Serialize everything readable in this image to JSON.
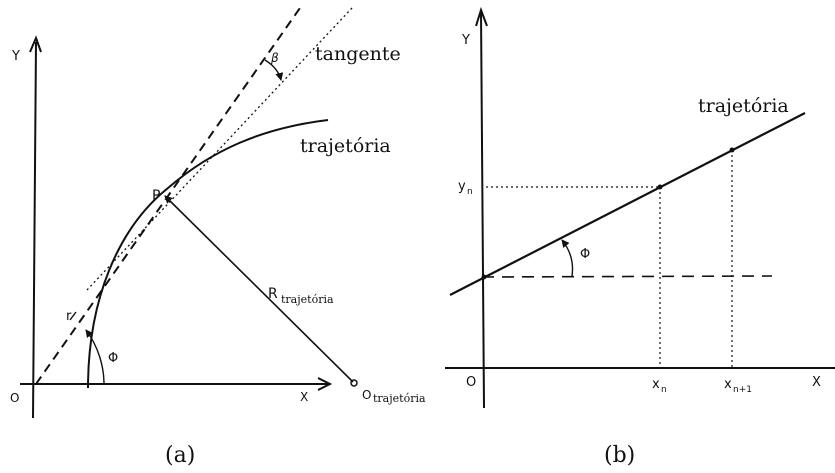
{
  "diagram_a": {
    "caption": "(a)",
    "axis_y": "Y",
    "axis_x": "X",
    "origin": "O",
    "tangent_label": "tangente",
    "trajectory_label": "trajetória",
    "point_label": "P",
    "radius_label": "R",
    "radius_sub": "trajetória",
    "center_label": "O",
    "center_sub": "trajetória",
    "beta_label": "β",
    "phi_label": "Φ",
    "r_label": "r"
  },
  "diagram_b": {
    "caption": "(b)",
    "axis_y": "Y",
    "axis_x": "X",
    "origin": "O",
    "trajectory_label": "trajetória",
    "yn_label": "y",
    "yn_sub": "n",
    "xn_label": "x",
    "xn_sub": "n",
    "xn1_label": "x",
    "xn1_sub": "n+1",
    "phi_label": "Φ"
  }
}
